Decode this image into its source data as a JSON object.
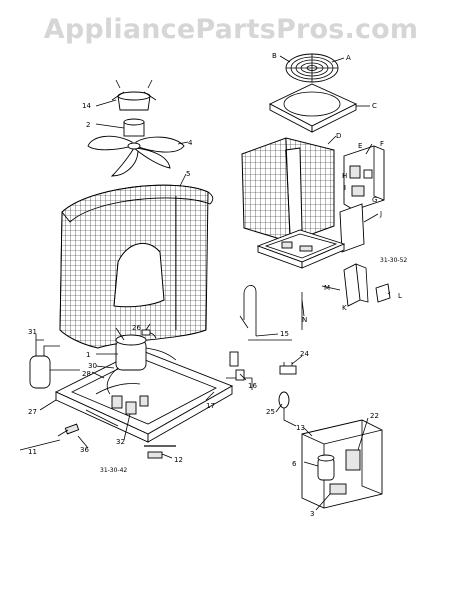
{
  "watermark": "AppliancePartsPros.com",
  "section_codes": {
    "left_assembly": "31-30-42",
    "right_assembly": "31-30-52"
  },
  "callouts": {
    "1": "1",
    "2": "2",
    "3": "3",
    "4": "4",
    "5": "5",
    "6": "6",
    "11": "11",
    "12": "12",
    "13": "13",
    "14": "14",
    "15": "15",
    "16": "16",
    "17": "17",
    "22": "22",
    "24": "24",
    "25": "25",
    "26": "26",
    "27": "27",
    "28": "28",
    "30": "30",
    "31": "31",
    "32": "32",
    "36": "36",
    "A": "A",
    "B": "B",
    "C": "C",
    "D": "D",
    "E": "E",
    "F": "F",
    "G": "G",
    "H": "H",
    "I": "I",
    "J": "J",
    "K": "K",
    "L": "L",
    "M": "M",
    "N": "N"
  }
}
